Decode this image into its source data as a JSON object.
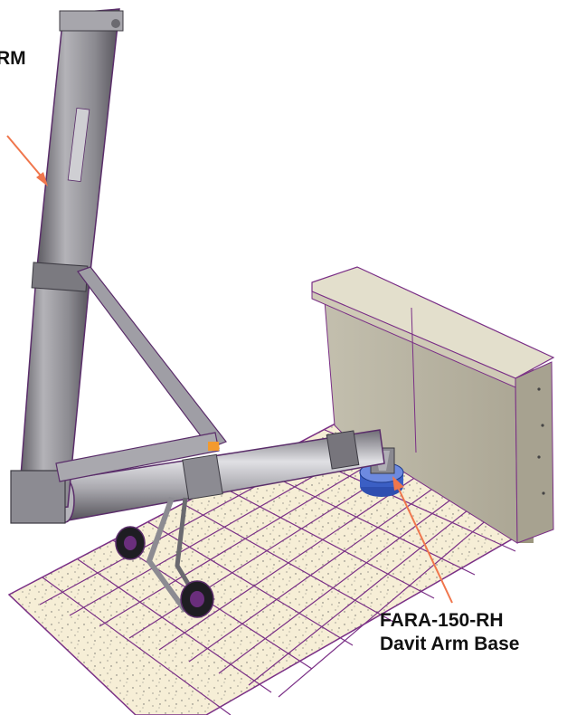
{
  "callouts": {
    "left_label": "RM",
    "base_label_line1": "FARA-150-RH",
    "base_label_line2": "Davit Arm Base"
  },
  "colors": {
    "arrow": "#f0764c",
    "tile": "#f6eed6",
    "tile_border": "#7a2f86",
    "metal": "#9a9aa0",
    "metal_dark": "#4c4a52",
    "wall": "#b9b4a3",
    "wall_top": "#e3dfcc",
    "base_blue": "#3b5fc4",
    "accent_orange": "#f39a2e"
  }
}
